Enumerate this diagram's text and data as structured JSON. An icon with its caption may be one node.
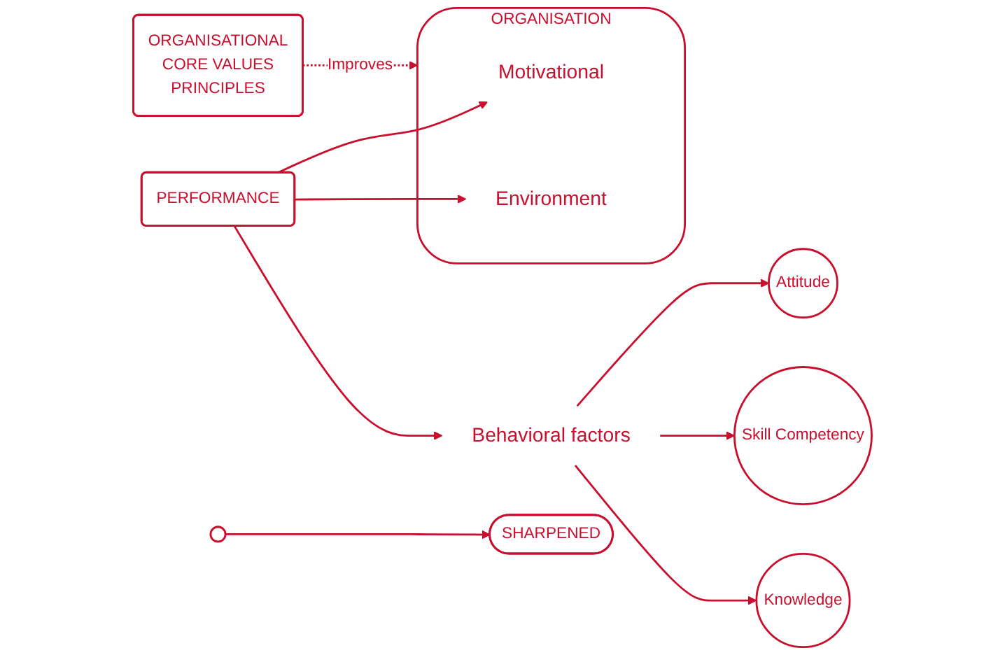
{
  "diagram": {
    "nodes": [
      {
        "text": [
          "ORGANISATIONAL",
          "CORE VALUES",
          "PRINCIPLES"
        ]
      },
      {
        "text": [
          "ORGANISATION"
        ]
      },
      {
        "text": [
          "Motivational"
        ],
        "in": 1
      },
      {
        "text": [
          "Environment"
        ],
        "in": 1
      },
      {
        "text": [
          "PERFORMANCE"
        ]
      },
      {
        "text": [
          "Behavioral factors"
        ]
      },
      {
        "text": [
          "SHARPENED"
        ]
      },
      {
        "text": [
          "Attitude"
        ]
      },
      {
        "text": [
          "Skill Competency"
        ]
      },
      {
        "text": [
          "Knowledge"
        ]
      },
      {
        "text": [],
        "shape": "circle"
      }
    ],
    "edges": [
      {
        "from": 0,
        "to": 1,
        "arrow": "to",
        "style": "dashed",
        "label": "Improves"
      },
      {
        "from": 4,
        "to": 2,
        "arrow": "to"
      },
      {
        "from": 4,
        "to": 3,
        "arrow": "to"
      },
      {
        "from": 4,
        "to": 5,
        "arrow": "to"
      },
      {
        "from": 5,
        "to": 7,
        "arrow": "to"
      },
      {
        "from": 5,
        "to": 8,
        "arrow": "to"
      },
      {
        "from": 5,
        "to": 9,
        "arrow": "to"
      },
      {
        "from": 10,
        "to": 6,
        "arrow": "to"
      }
    ]
  }
}
